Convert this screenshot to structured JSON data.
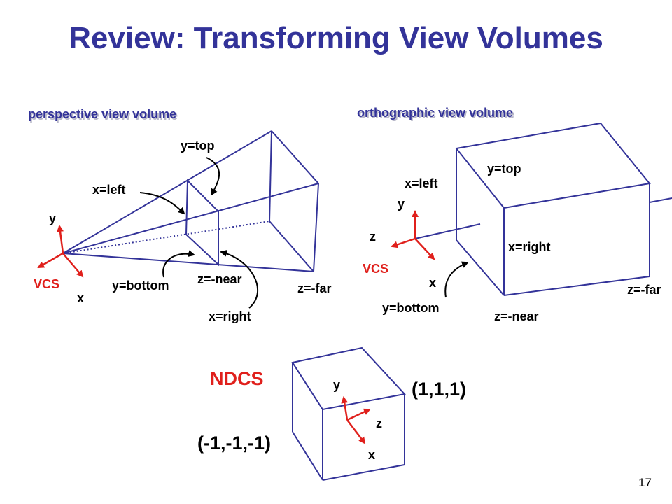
{
  "title": "Review: Transforming View Volumes",
  "page_number": "17",
  "perspective": {
    "heading": "perspective view volume",
    "vcs": "VCS",
    "axis_y": "y",
    "axis_x": "x",
    "top": "y=top",
    "left": "x=left",
    "bottom": "y=bottom",
    "near": "z=-near",
    "far": "z=-far",
    "right": "x=right"
  },
  "orthographic": {
    "heading": "orthographic view volume",
    "vcs": "VCS",
    "axis_y": "y",
    "axis_z": "z",
    "axis_x": "x",
    "top": "y=top",
    "left": "x=left",
    "right": "x=right",
    "bottom": "y=bottom",
    "near": "z=-near",
    "far": "z=-far"
  },
  "ndcs": {
    "label": "NDCS",
    "axis_y": "y",
    "axis_z": "z",
    "axis_x": "x",
    "corner_max": "(1,1,1)",
    "corner_min": "(-1,-1,-1)"
  },
  "colors": {
    "title": "#333399",
    "edges": "#333399",
    "axes": "#e0201c"
  }
}
